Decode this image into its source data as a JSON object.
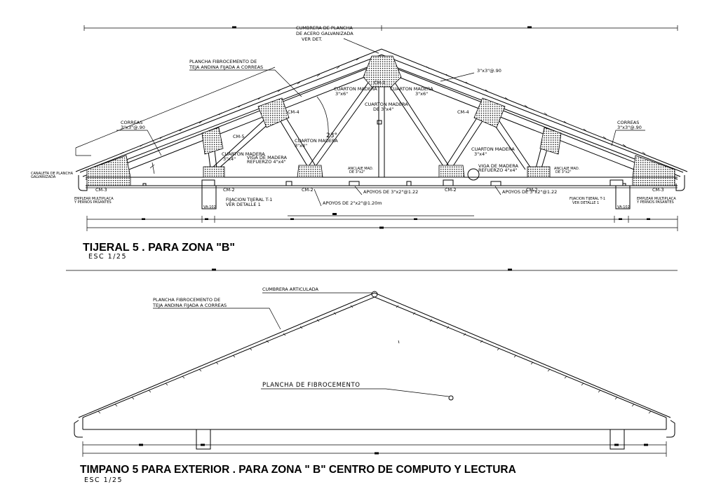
{
  "truss": {
    "title": "TIJERAL 5   .  PARA   ZONA \"B\"",
    "scale": "ESC 1/25",
    "angle": "23°",
    "labels": {
      "ridge_1": "CUMBRERA DE PLANCHA",
      "ridge_2": "DE ACERO GALVANIZADA",
      "ridge_3": "VER DET.",
      "sheet_1": "PLANCHA FIBROCEMENTO DE",
      "sheet_2": "TEJA ANDINA FIJADA A CORREAS",
      "purlin_right_dim": "3\"x3\"@.90",
      "correas_left_1": "CORREAS",
      "correas_left_2": "3\"x3\"@.90",
      "correas_right_1": "CORREAS",
      "correas_right_2": "3\"x3\"@.90",
      "cm1": "CM-1",
      "cm2_a": "CM-2",
      "cm2_b": "CM-2",
      "cm2_c": "CM-2",
      "cm2_d": "CM-2",
      "cm3_left": "CM-3",
      "cm3_right": "CM-3",
      "cm4_left": "CM-4",
      "cm4_right": "CM-4",
      "cm5": "CM-5",
      "qm_top_left_1": "CUARTON MADERA",
      "qm_top_left_2": "3\"x6\"",
      "qm_top_right_1": "CUARTON MADERA",
      "qm_top_right_2": "3\"x6\"",
      "qm_center_1": "CUARTON MADERA",
      "qm_center_2": "DE 3\"x4\"",
      "qm_mid_left_1": "CUARTON MADERA",
      "qm_mid_left_2": "3\"x4\"",
      "qm_lower_left_1": "CUARTON MADERA",
      "qm_lower_left_2": "3\"x4\"",
      "qm_right_1": "CUARTON MADERA",
      "qm_right_2": "3\"x4\"",
      "viga_left_1": "VIGA DE MADERA",
      "viga_left_2": "REFUERZO 4\"x4\"",
      "viga_right_1": "VIGA DE MADERA",
      "viga_right_2": "REFUERZO 4\"x4\"",
      "apoyos_left": "APOYOS DE 3\"x2\"@1.22",
      "apoyos_center": "APOYOS DE 2\"x2\"@1.20m",
      "apoyos_right": "APOYOS DE 3\"x2\"@1.22",
      "fijacion_1": "FIJACION TIJERAL T-1",
      "fijacion_2": "VER DETALLE 1",
      "fijacion_r1": "FIJACION TIJERAL T-1",
      "fijacion_r2": "VER DETALLE 1",
      "canaleta_1": "CANALETA DE PLANCHA",
      "canaleta_2": "GALVANIZADA",
      "empalme_l1": "EMPLEAR MULTIPLACA",
      "empalme_l2": "Y PERNOS PASANTES",
      "empalme_r1": "EMPLEAR MULTIPLACA",
      "empalme_r2": "Y PERNOS PASANTES",
      "anclaje_l1": "ANCLAJE MAD.",
      "anclaje_l2": "DE 3\"x2\"",
      "anclaje_r1": "ANCLAJE MAD.",
      "anclaje_r2": "DE 3\"x2\"",
      "va_left": "VA-102",
      "va_right": "VA-102"
    }
  },
  "gable": {
    "title": "TIMPANO   5  PARA EXTERIOR  .  PARA ZONA \" B\"  CENTRO DE COMPUTO Y LECTURA",
    "scale": "ESC 1/25",
    "labels": {
      "ridge": "CUMBRERA ARTICULADA",
      "sheet_1": "PLANCHA FIBROCEMENTO DE",
      "sheet_2": "TEJA ANDINA FIJADA A CORREAS",
      "panel": "PLANCHA  DE  FIBROCEMENTO"
    }
  }
}
